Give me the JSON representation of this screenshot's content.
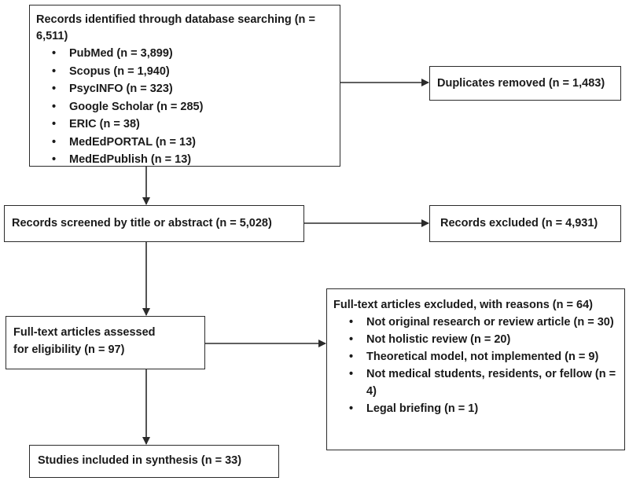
{
  "identified": {
    "title": "Records identified through database searching (n = 6,511)",
    "items": [
      "PubMed (n = 3,899)",
      "Scopus (n = 1,940)",
      "PsycINFO (n = 323)",
      "Google Scholar (n = 285)",
      "ERIC (n = 38)",
      "MedEdPORTAL (n = 13)",
      "MedEdPublish (n = 13)"
    ]
  },
  "duplicates": "Duplicates removed (n = 1,483)",
  "screened": "Records screened by title or abstract (n = 5,028)",
  "records_excluded": "Records excluded (n = 4,931)",
  "fulltext": {
    "line1": "Full-text articles assessed",
    "line2": "for eligibility (n = 97)"
  },
  "fulltext_excluded": {
    "title": "Full-text articles excluded, with reasons (n = 64)",
    "items": [
      "Not original research or review article (n = 30)",
      "Not holistic review (n = 20)",
      "Theoretical model, not implemented (n = 9)",
      "Not medical students, residents, or fellow (n = 4)",
      "Legal briefing (n = 1)"
    ]
  },
  "included": "Studies included in synthesis (n = 33)",
  "bullet_glyph": "•"
}
